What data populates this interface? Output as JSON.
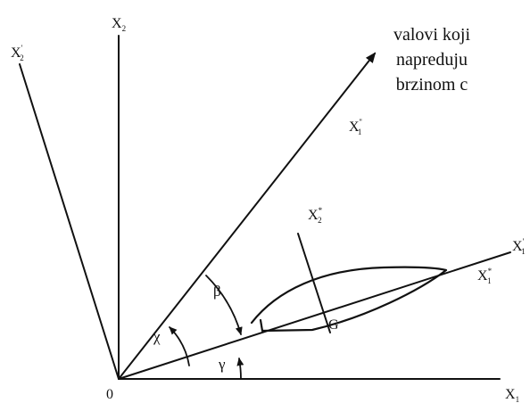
{
  "caption": {
    "line1": "valovi koji",
    "line2": "napreduju",
    "line3": "brzinom c"
  },
  "axes": {
    "origin": "0",
    "x1": {
      "main": "X",
      "sub": "1"
    },
    "x2": {
      "main": "X",
      "sub": "2"
    },
    "x1_prime": {
      "main": "X",
      "sup": "'",
      "sub": "1"
    },
    "x2_prime": {
      "main": "X",
      "sup": "'",
      "sub": "2"
    },
    "x1_dprime": {
      "main": "X",
      "sup": "''",
      "sub": "1"
    },
    "x1_star": {
      "main": "X",
      "sup": "*",
      "sub": "1"
    },
    "x2_star": {
      "main": "X",
      "sup": "*",
      "sub": "2"
    }
  },
  "angles": {
    "chi": "χ",
    "beta": "β",
    "gamma": "γ"
  },
  "body_label": "G"
}
